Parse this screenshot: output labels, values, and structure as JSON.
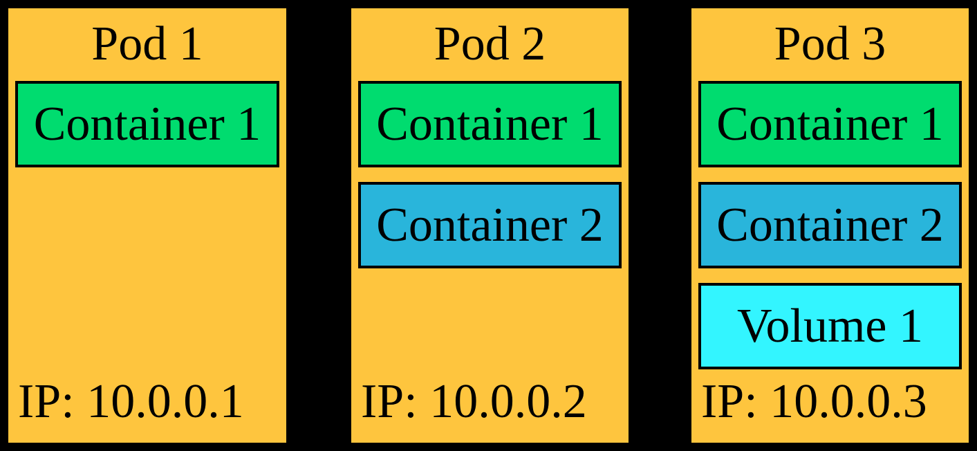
{
  "colors": {
    "canvas_bg": "#000000",
    "pod_bg": "#fec53e",
    "container1_bg": "#00dc6f",
    "container2_bg": "#29b5db",
    "volume_bg": "#33f5ff",
    "border": "#000000",
    "text": "#000000"
  },
  "pods": [
    {
      "title": "Pod 1",
      "ip_label": "IP: 10.0.0.1",
      "boxes": [
        {
          "type": "container1",
          "label": "Container 1"
        }
      ]
    },
    {
      "title": "Pod 2",
      "ip_label": "IP: 10.0.0.2",
      "boxes": [
        {
          "type": "container1",
          "label": "Container 1"
        },
        {
          "type": "container2",
          "label": "Container 2"
        }
      ]
    },
    {
      "title": "Pod 3",
      "ip_label": "IP: 10.0.0.3",
      "boxes": [
        {
          "type": "container1",
          "label": "Container 1"
        },
        {
          "type": "container2",
          "label": "Container 2"
        },
        {
          "type": "volume",
          "label": "Volume 1"
        }
      ]
    }
  ]
}
